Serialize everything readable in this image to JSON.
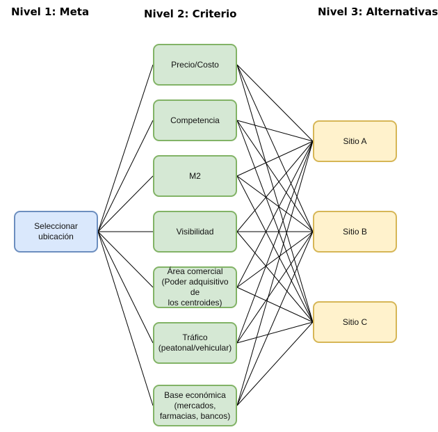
{
  "titles": {
    "level1": "Nivel 1: Meta",
    "level2": "Nivel 2: Criterio",
    "level3": "Nivel 3: Alternativas"
  },
  "goal": {
    "label": "Seleccionar\nubicación"
  },
  "criteria": [
    {
      "label": "Precio/Costo"
    },
    {
      "label": "Competencia"
    },
    {
      "label": "M2"
    },
    {
      "label": "Visibilidad"
    },
    {
      "label": "Área comercial\n(Poder adquisitivo de\nlos centroides)"
    },
    {
      "label": "Tráfico\n(peatonal/vehicular)"
    },
    {
      "label": "Base económica\n(mercados,\nfarmacias, bancos)"
    }
  ],
  "alternatives": [
    {
      "label": "Sitio A"
    },
    {
      "label": "Sitio B"
    },
    {
      "label": "Sitio C"
    }
  ],
  "colors": {
    "goal_fill": "#dae8fc",
    "goal_stroke": "#6c8ebf",
    "criteria_fill": "#d5e8d4",
    "criteria_stroke": "#82b366",
    "alternative_fill": "#fff2cc",
    "alternative_stroke": "#d6b656",
    "edge": "#000000"
  }
}
